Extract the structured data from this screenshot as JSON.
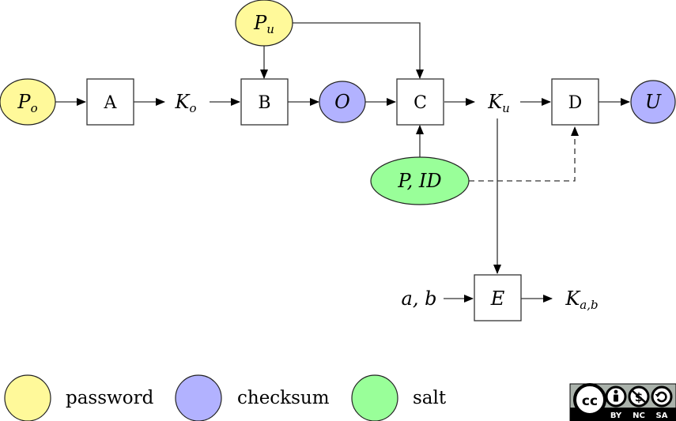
{
  "colors": {
    "password": "#fff99a",
    "checksum": "#b2b2ff",
    "salt": "#99ff99"
  },
  "nodes": {
    "P_o": {
      "base": "P",
      "sub": "o",
      "category": "password"
    },
    "P_u": {
      "base": "P",
      "sub": "u",
      "category": "password"
    },
    "A": {
      "label": "A"
    },
    "K_o": {
      "base": "K",
      "sub": "o"
    },
    "B": {
      "label": "B"
    },
    "O": {
      "label": "O",
      "category": "checksum"
    },
    "C": {
      "label": "C"
    },
    "K_u": {
      "base": "K",
      "sub": "u"
    },
    "D": {
      "label": "D"
    },
    "U": {
      "label": "U",
      "category": "checksum"
    },
    "P_ID": {
      "label": "P, ID",
      "category": "salt"
    },
    "E": {
      "label": "E"
    },
    "ab": {
      "label": "a, b"
    },
    "K_ab": {
      "base": "K",
      "sub": "a,b"
    }
  },
  "edges": [
    {
      "from": "P_o",
      "to": "A",
      "style": "solid"
    },
    {
      "from": "A",
      "to": "K_o",
      "style": "solid"
    },
    {
      "from": "K_o",
      "to": "B",
      "style": "solid"
    },
    {
      "from": "P_u",
      "to": "B",
      "style": "solid"
    },
    {
      "from": "B",
      "to": "O",
      "style": "solid"
    },
    {
      "from": "O",
      "to": "C",
      "style": "solid"
    },
    {
      "from": "P_u",
      "to": "C",
      "style": "solid"
    },
    {
      "from": "P_ID",
      "to": "C",
      "style": "solid"
    },
    {
      "from": "C",
      "to": "K_u",
      "style": "solid"
    },
    {
      "from": "K_u",
      "to": "D",
      "style": "solid"
    },
    {
      "from": "P_ID",
      "to": "D",
      "style": "dashed"
    },
    {
      "from": "D",
      "to": "U",
      "style": "solid"
    },
    {
      "from": "K_u",
      "to": "E",
      "style": "solid"
    },
    {
      "from": "ab",
      "to": "E",
      "style": "solid"
    },
    {
      "from": "E",
      "to": "K_ab",
      "style": "solid"
    }
  ],
  "legend": [
    {
      "label": "password",
      "category": "password"
    },
    {
      "label": "checksum",
      "category": "checksum"
    },
    {
      "label": "salt",
      "category": "salt"
    }
  ],
  "license": {
    "badge": "cc-by-nc-sa",
    "icon_text": "cc",
    "terms": [
      "BY",
      "NC",
      "SA"
    ]
  }
}
